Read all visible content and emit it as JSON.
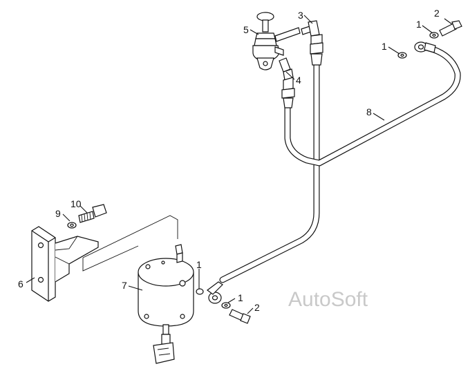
{
  "callouts": {
    "c1a": "1",
    "c1b": "1",
    "c1c": "1",
    "c1d": "1",
    "c2a": "2",
    "c2b": "2",
    "c3": "3",
    "c4": "4",
    "c5": "5",
    "c6": "6",
    "c7": "7",
    "c8": "8",
    "c9": "9",
    "c10": "10"
  },
  "watermark": "AutoSoft"
}
